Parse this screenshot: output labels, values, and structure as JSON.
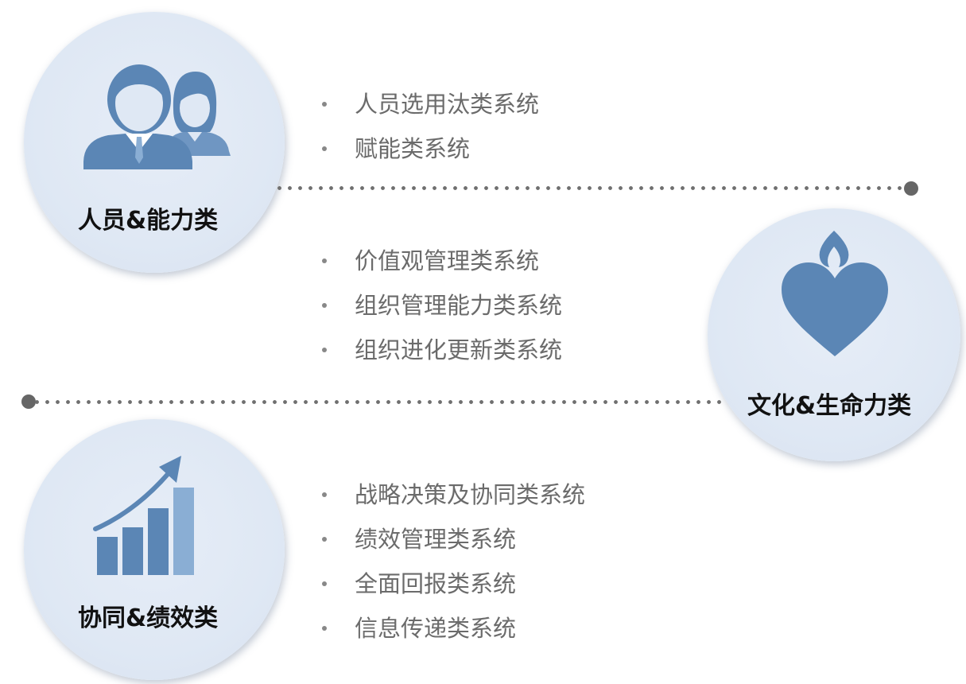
{
  "categories": [
    {
      "label": "人员&能力类",
      "icon": "people-icon",
      "items": [
        "人员选用汰类系统",
        "赋能类系统"
      ]
    },
    {
      "label": "文化&生命力类",
      "icon": "heart-flame-icon",
      "items": [
        "价值观管理类系统",
        "组织管理能力类系统",
        "组织进化更新类系统"
      ]
    },
    {
      "label": "协同&绩效类",
      "icon": "growth-chart-icon",
      "items": [
        "战略决策及协同类系统",
        "绩效管理类系统",
        "全面回报类系统",
        "信息传递类系统"
      ]
    }
  ],
  "colors": {
    "icon": "#5b86b5",
    "icon_light": "#8aaed4",
    "circle": "#dfe8f4",
    "text": "#6b6b6b",
    "label": "#111111",
    "dots": "#6f6f6f"
  }
}
